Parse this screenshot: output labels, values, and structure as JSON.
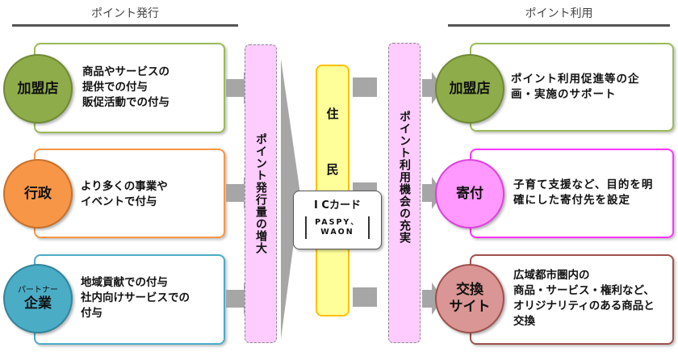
{
  "headers": {
    "issue": "ポイント発行",
    "use": "ポイント利用"
  },
  "issuers": [
    {
      "name": "加盟店",
      "sub": "",
      "desc": "商品やサービスの\n提供での付与\n販促活動での付与",
      "color": "#8fac4a",
      "border": "#9bbb59"
    },
    {
      "name": "行政",
      "sub": "",
      "desc": "より多くの事業や\nイベントで付与",
      "color": "#f79646",
      "border": "#f79646"
    },
    {
      "name": "企業",
      "sub": "パートナー",
      "desc": "地域貢献での付与\n社内向けサービスでの\n付与",
      "color": "#4bacc6",
      "border": "#4bacc6"
    }
  ],
  "issue_bar": "ポイント発行量の増大",
  "residents": {
    "char1": "住",
    "char2": "民"
  },
  "ic_card": {
    "title": "I Cカード",
    "line1": "PASPY、",
    "line2": "WAON"
  },
  "use_bar": "ポイント利用機会の充実",
  "uses": [
    {
      "name": "加盟店",
      "desc": "ポイント利用促進等の企\n画・実施のサポート",
      "color": "#8fac4a",
      "border": "#9bbb59"
    },
    {
      "name": "寄付",
      "desc": "子育て支援など、目的を明\n確にした寄付先を設定",
      "color": "#ff99ff",
      "border": "#ff33ff"
    },
    {
      "name": "交換\nサイト",
      "desc": "広域都市圏内の\n商品・サービス・権利など、\nオリジナリティのある商品と\n交換",
      "color": "#d99694",
      "border": "#a0504d"
    }
  ]
}
